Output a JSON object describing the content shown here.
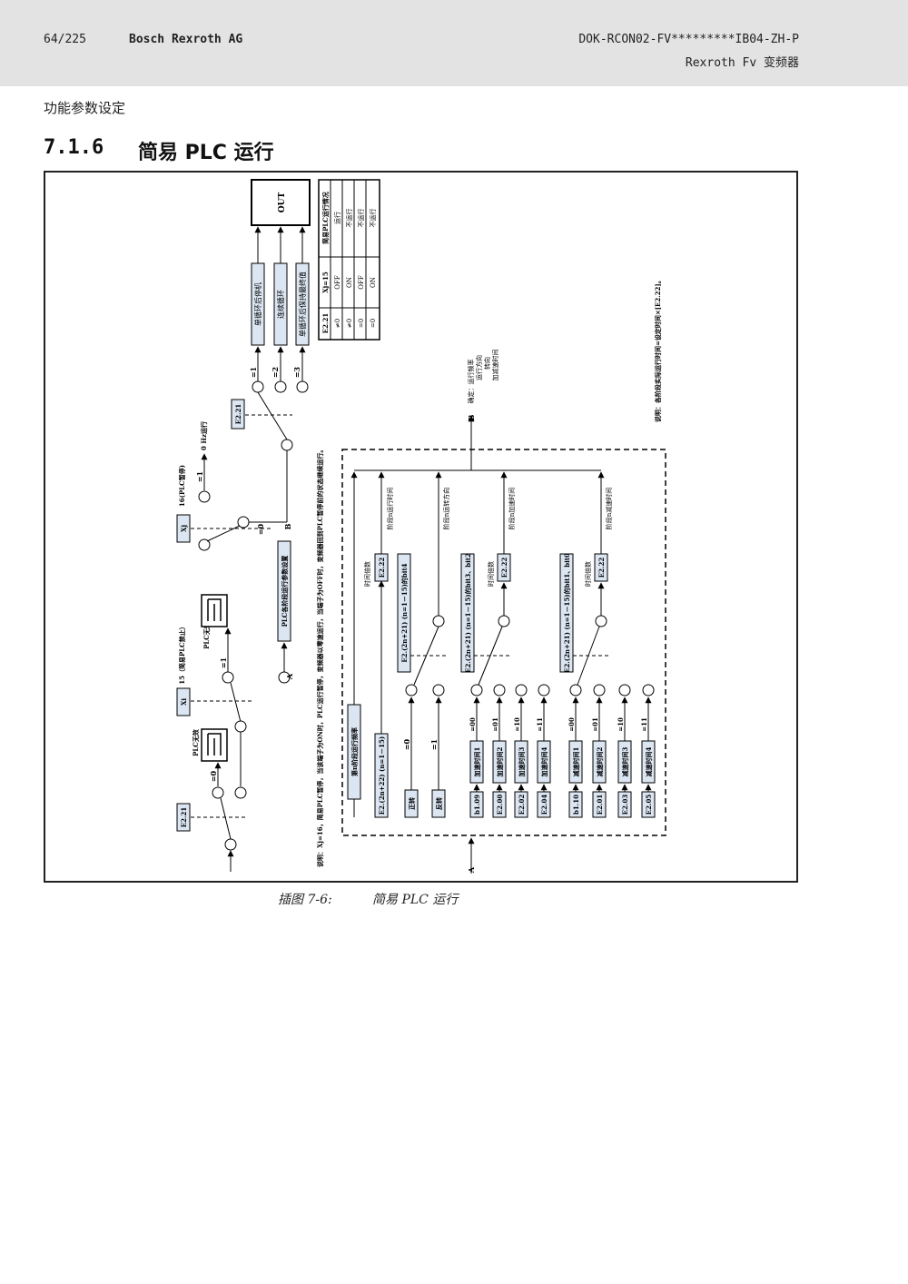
{
  "header": {
    "page_number": "64/225",
    "company": "Bosch Rexroth AG",
    "doc_code": "DOK-RCON02-FV*********IB04-ZH-P",
    "product": "Rexroth Fv 变频器"
  },
  "section_label": "功能参数设定",
  "heading": {
    "number": "7.1.6",
    "title": "简易 PLC 运行"
  },
  "figure": {
    "caption_label": "插图 7-6:",
    "caption_title": "简易 PLC 运行",
    "out_label": "OUT",
    "mode_boxes": [
      "单循环后停机",
      "连续循环",
      "单循环后保持最终值"
    ],
    "mode_marks": [
      "=1",
      "=2",
      "=3"
    ],
    "table": {
      "headers": [
        "E2.21",
        "Xj=15",
        "简易PLC运行情况"
      ],
      "rows": [
        [
          "≠0",
          "OFF",
          "运行"
        ],
        [
          "≠0",
          "ON",
          "不运行"
        ],
        [
          "=0",
          "OFF",
          "不运行"
        ],
        [
          "=0",
          "ON",
          "不运行"
        ]
      ]
    },
    "e221": "E2.21",
    "xi": "Xi",
    "xj": "Xj",
    "plc_invalid": "PLC无效",
    "eq0": "=0",
    "eq1": "=1",
    "xi_label": "15（简易PLC禁止）",
    "xj_label": "16(PLC暂停)",
    "zero_hz": "0 Hz运行",
    "stage_params": "PLC各阶段运行参数设置",
    "label_a": "A",
    "label_b": "B",
    "note_left": "说明：Xj=16，简易PLC暂停，当该端子为ON时，PLC运行暂停，变频器以零速运行，当端子为OFF时，变频器回到PLC暂停前的状态继续运行。",
    "note_right": "说明：各阶段实际运行时间=设定时间×[E2.22]。",
    "confirm_lines": [
      "确定：运行频率",
      "运行方向",
      "转向",
      "加减速时间"
    ],
    "nth_freq": "第n阶段运行频率",
    "e2_2n22": "E2.(2n+22) (n=1－15)",
    "time_factor": "时间倍数",
    "e222": "E2.22",
    "stage_run_time": "阶段n运行时间",
    "bit4": "E2.(2n+21) (n=1－15)的bit4",
    "dir_eq0": "=0",
    "dir_eq1": "=1",
    "forward": "正转",
    "reverse": "反转",
    "stage_dir": "阶段n运转方向",
    "bit3": "E2.(2n+21) (n=1－15)的bit3、bit2",
    "bit1": "E2.(2n+21) (n=1－15)的bit1、bit0",
    "acc_marks": [
      "=00",
      "=01",
      "=10",
      "=11"
    ],
    "acc_labels": [
      "加速时间1",
      "加速时间2",
      "加速时间3",
      "加速时间4"
    ],
    "acc_params": [
      "b1.09",
      "E2.00",
      "E2.02",
      "E2.04"
    ],
    "stage_acc": "阶段n加速时间",
    "dec_marks": [
      "=00",
      "=01",
      "=10",
      "=11"
    ],
    "dec_labels": [
      "减速时间1",
      "减速时间2",
      "减速时间3",
      "减速时间4"
    ],
    "dec_params": [
      "b1.10",
      "E2.01",
      "E2.03",
      "E2.05"
    ],
    "stage_dec": "阶段n减速时间"
  }
}
